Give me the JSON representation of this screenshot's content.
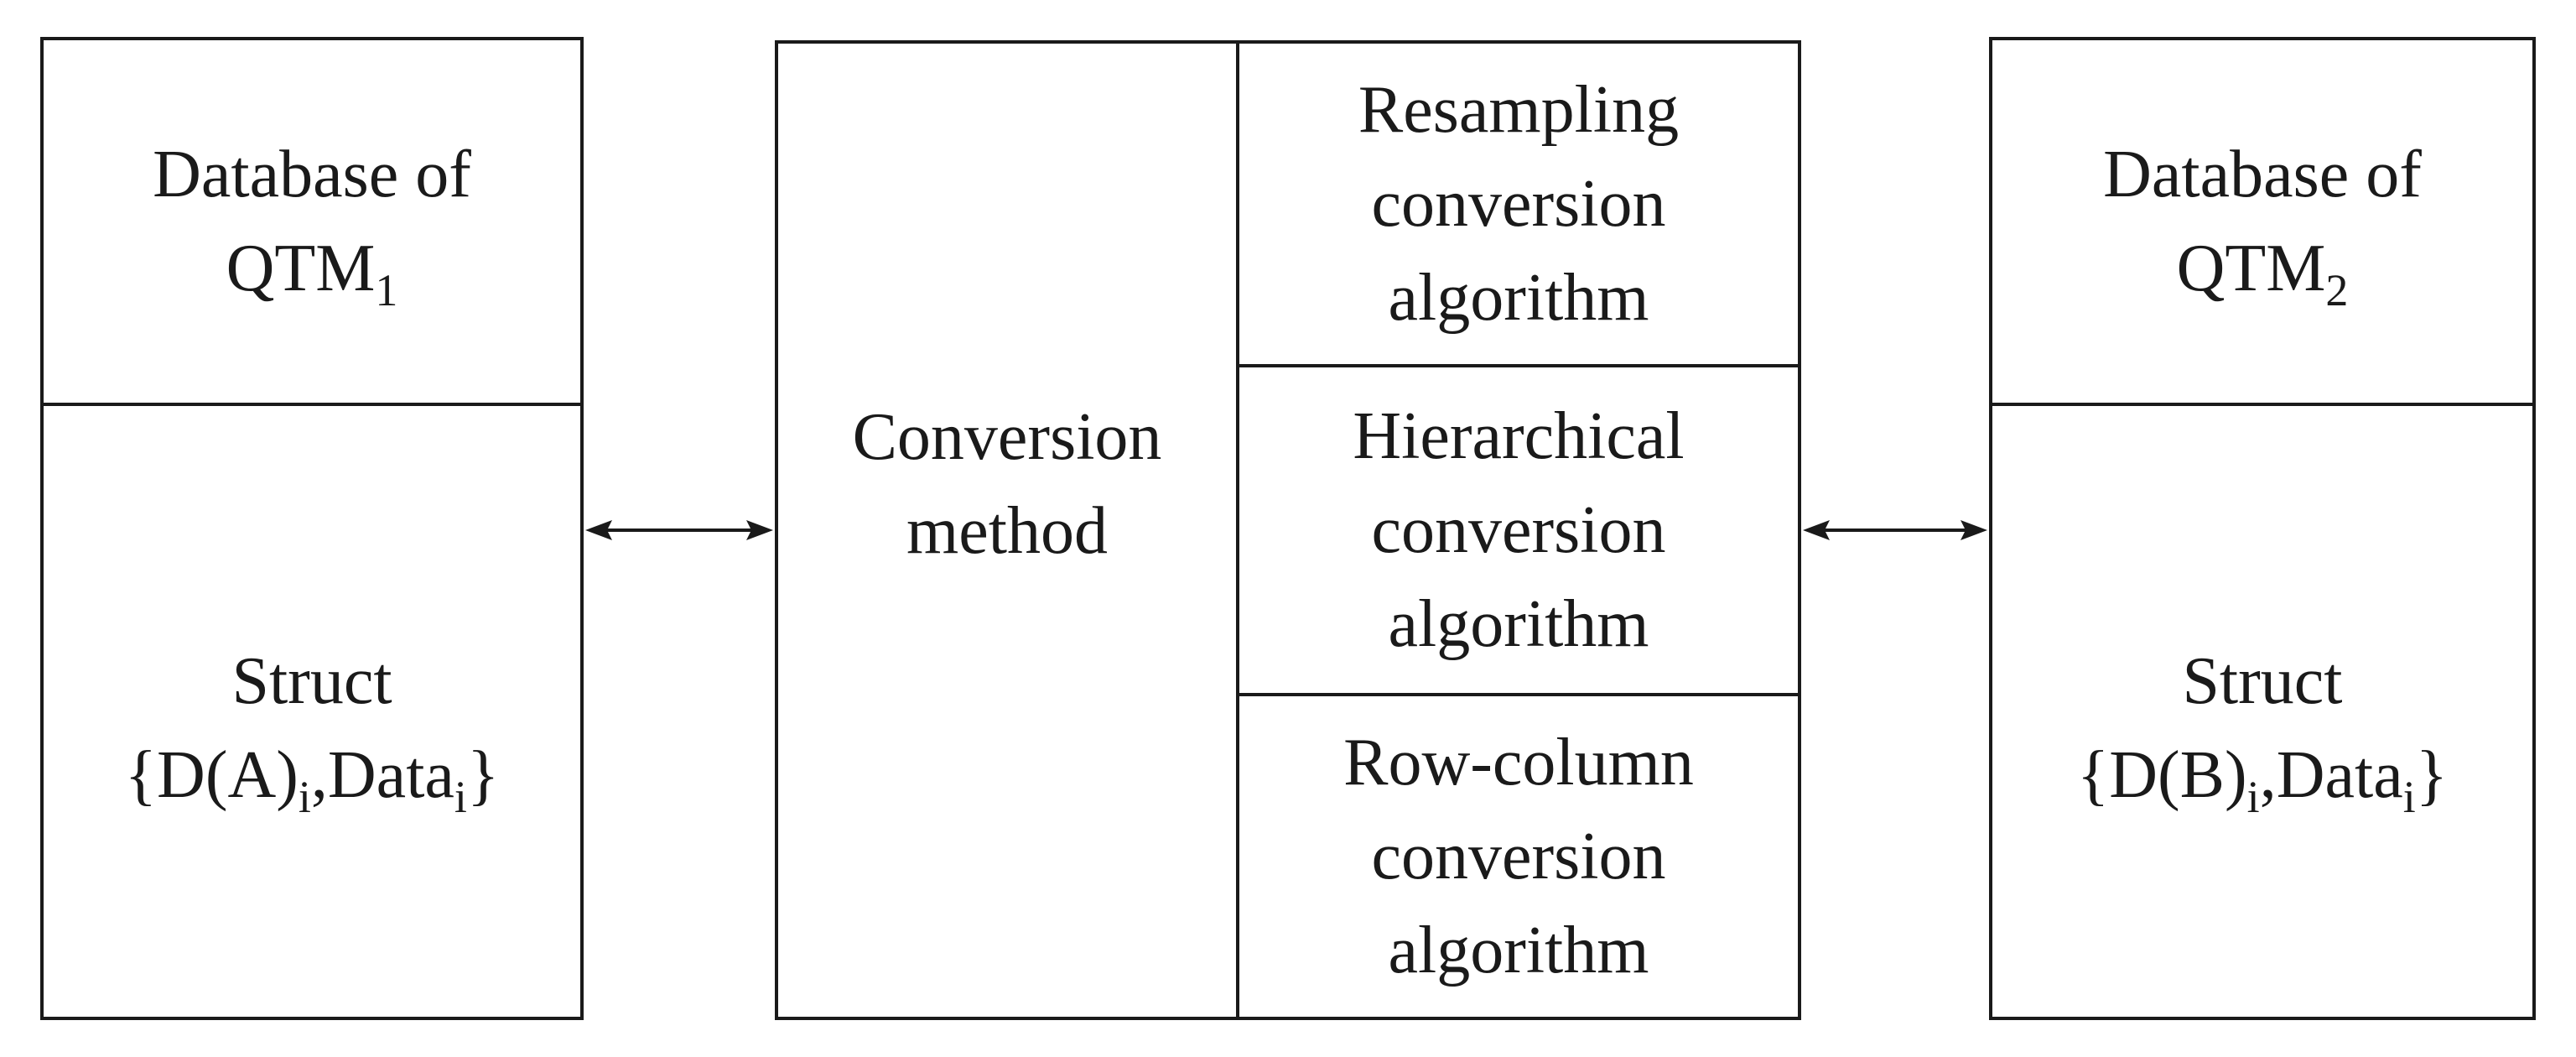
{
  "left_db": {
    "title_line1": "Database of",
    "title_line2": "QTM",
    "title_sub": "1",
    "struct_line1": "Struct",
    "struct_open": "{D(A)",
    "struct_sub1": "i",
    "struct_mid": ",Data",
    "struct_sub2": "i",
    "struct_close": "}"
  },
  "center": {
    "method_line1": "Conversion",
    "method_line2": "method",
    "algorithms": [
      {
        "line1": "Resampling",
        "line2": "conversion",
        "line3": "algorithm"
      },
      {
        "line1": "Hierarchical",
        "line2": "conversion",
        "line3": "algorithm"
      },
      {
        "line1": "Row-column",
        "line2": "conversion",
        "line3": "algorithm"
      }
    ]
  },
  "right_db": {
    "title_line1": "Database of",
    "title_line2": "QTM",
    "title_sub": "2",
    "struct_line1": "Struct",
    "struct_open": "{D(B)",
    "struct_sub1": "i",
    "struct_mid": ",Data",
    "struct_sub2": "i",
    "struct_close": "}"
  },
  "colors": {
    "stroke": "#1a1a1a",
    "background": "#ffffff"
  }
}
